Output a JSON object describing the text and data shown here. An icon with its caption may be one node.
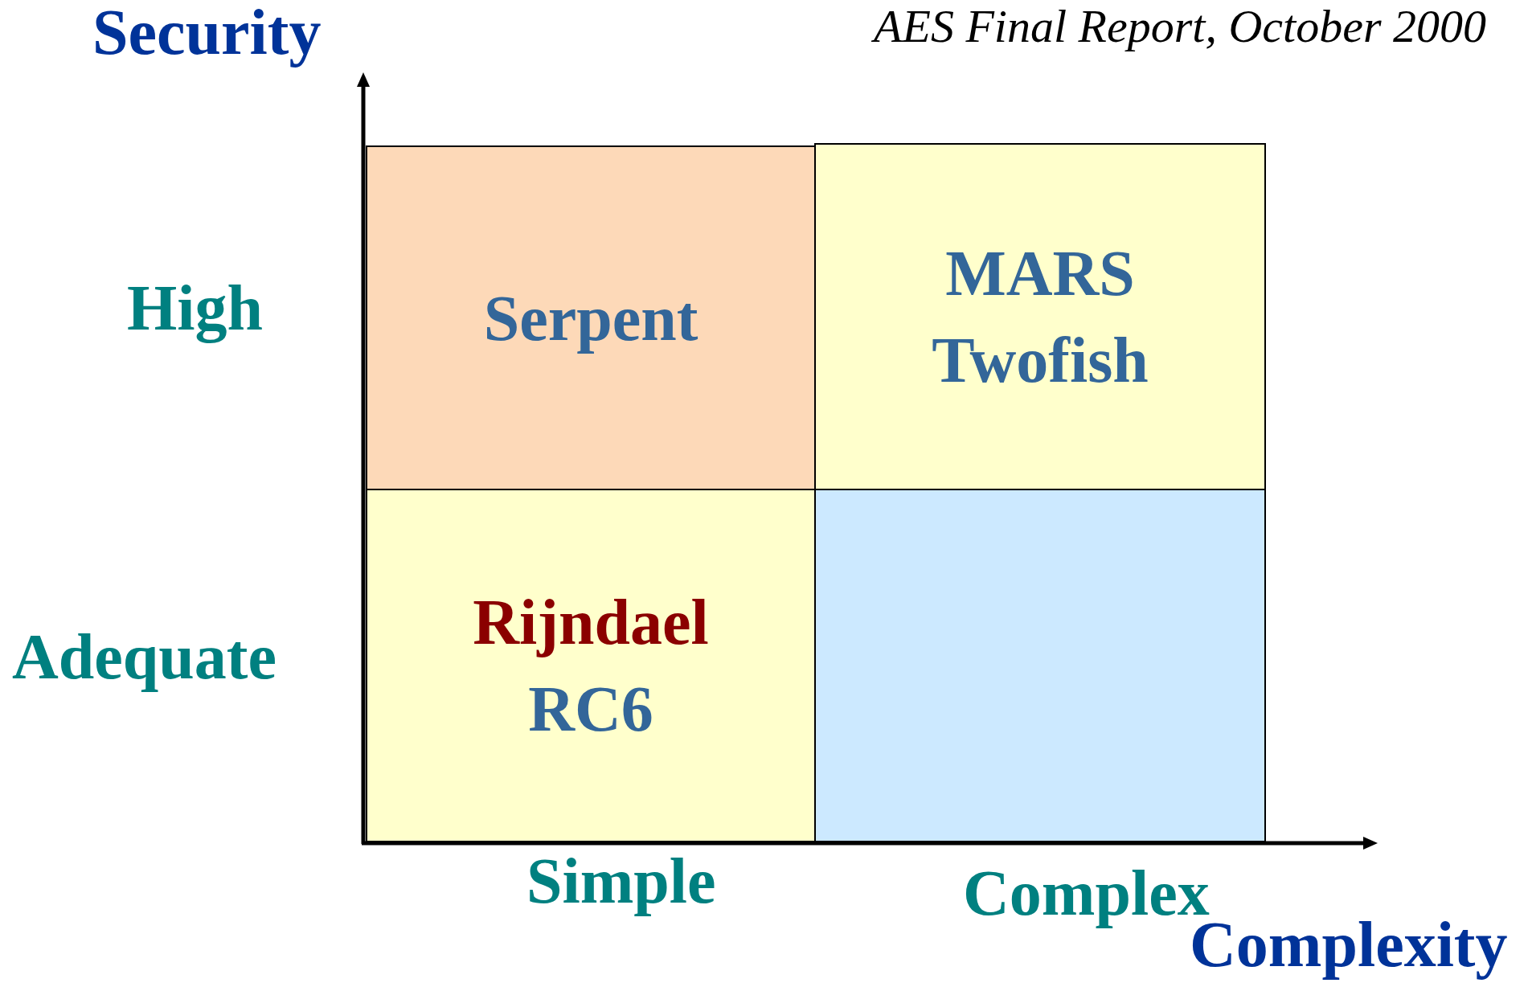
{
  "diagram": {
    "title": "AES Final Report, October 2000",
    "nodes": [
      {
        "text": [
          "Serpent"
        ]
      },
      {
        "text": [
          "MARS",
          "Twofish"
        ]
      },
      {
        "text": [
          "Rijndael",
          "RC6"
        ]
      },
      {
        "text": [],
        "shape": "box"
      }
    ],
    "labels": [
      "Security",
      "High",
      "Adequate",
      "Simple",
      "Complex",
      "Complexity"
    ]
  }
}
